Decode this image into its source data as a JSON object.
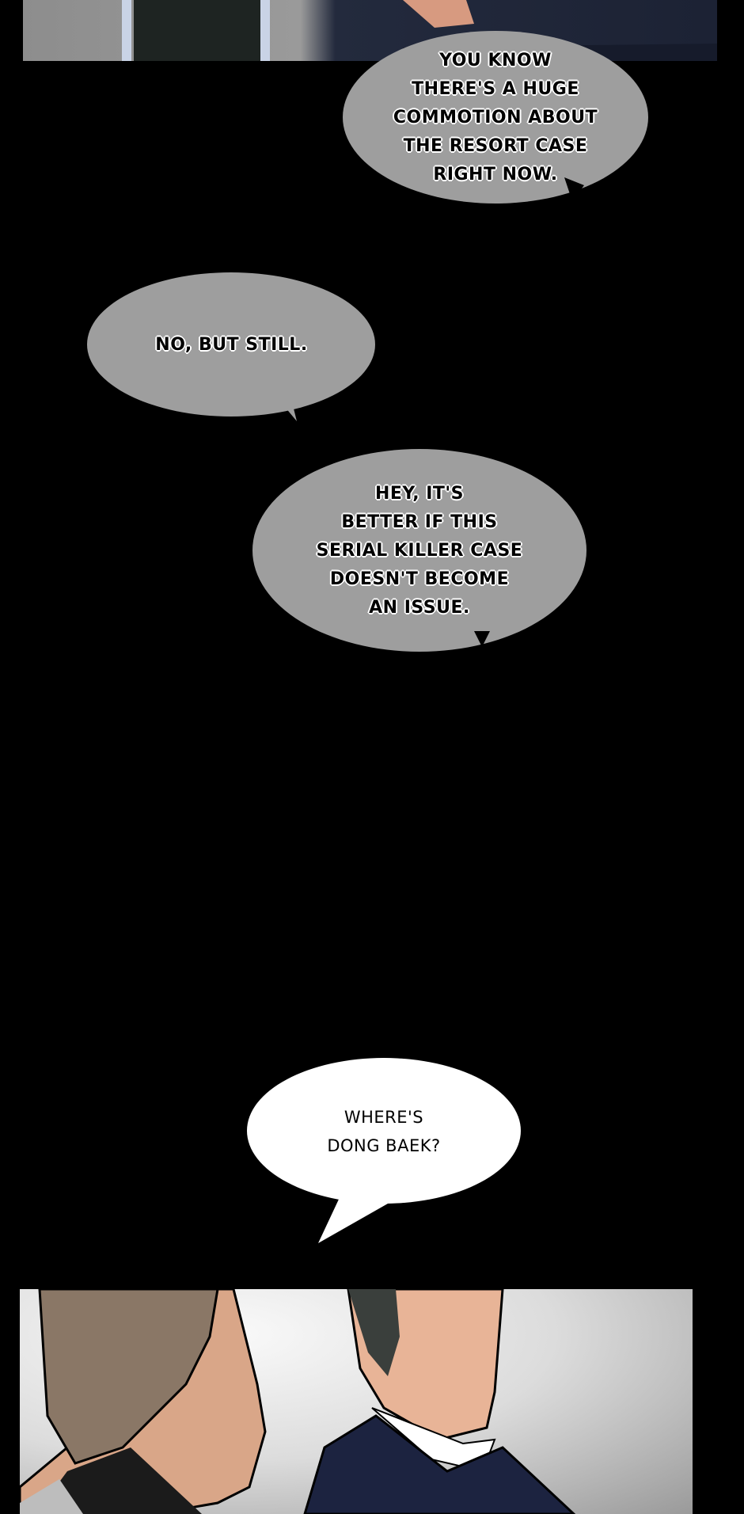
{
  "bubbles": [
    {
      "text": "YOU KNOW\nTHERE'S A HUGE\nCOMMOTION ABOUT\nTHE RESORT CASE\nRIGHT NOW."
    },
    {
      "text": "NO, BUT STILL."
    },
    {
      "text": "HEY, IT'S\nBETTER IF THIS\nSERIAL KILLER CASE\nDOESN'T BECOME\nAN ISSUE."
    },
    {
      "text": "WHERE'S\nDONG BAEK?"
    }
  ],
  "colors": {
    "background": "#000000",
    "gray_bubble": "#9e9e9e",
    "white_bubble": "#ffffff"
  }
}
